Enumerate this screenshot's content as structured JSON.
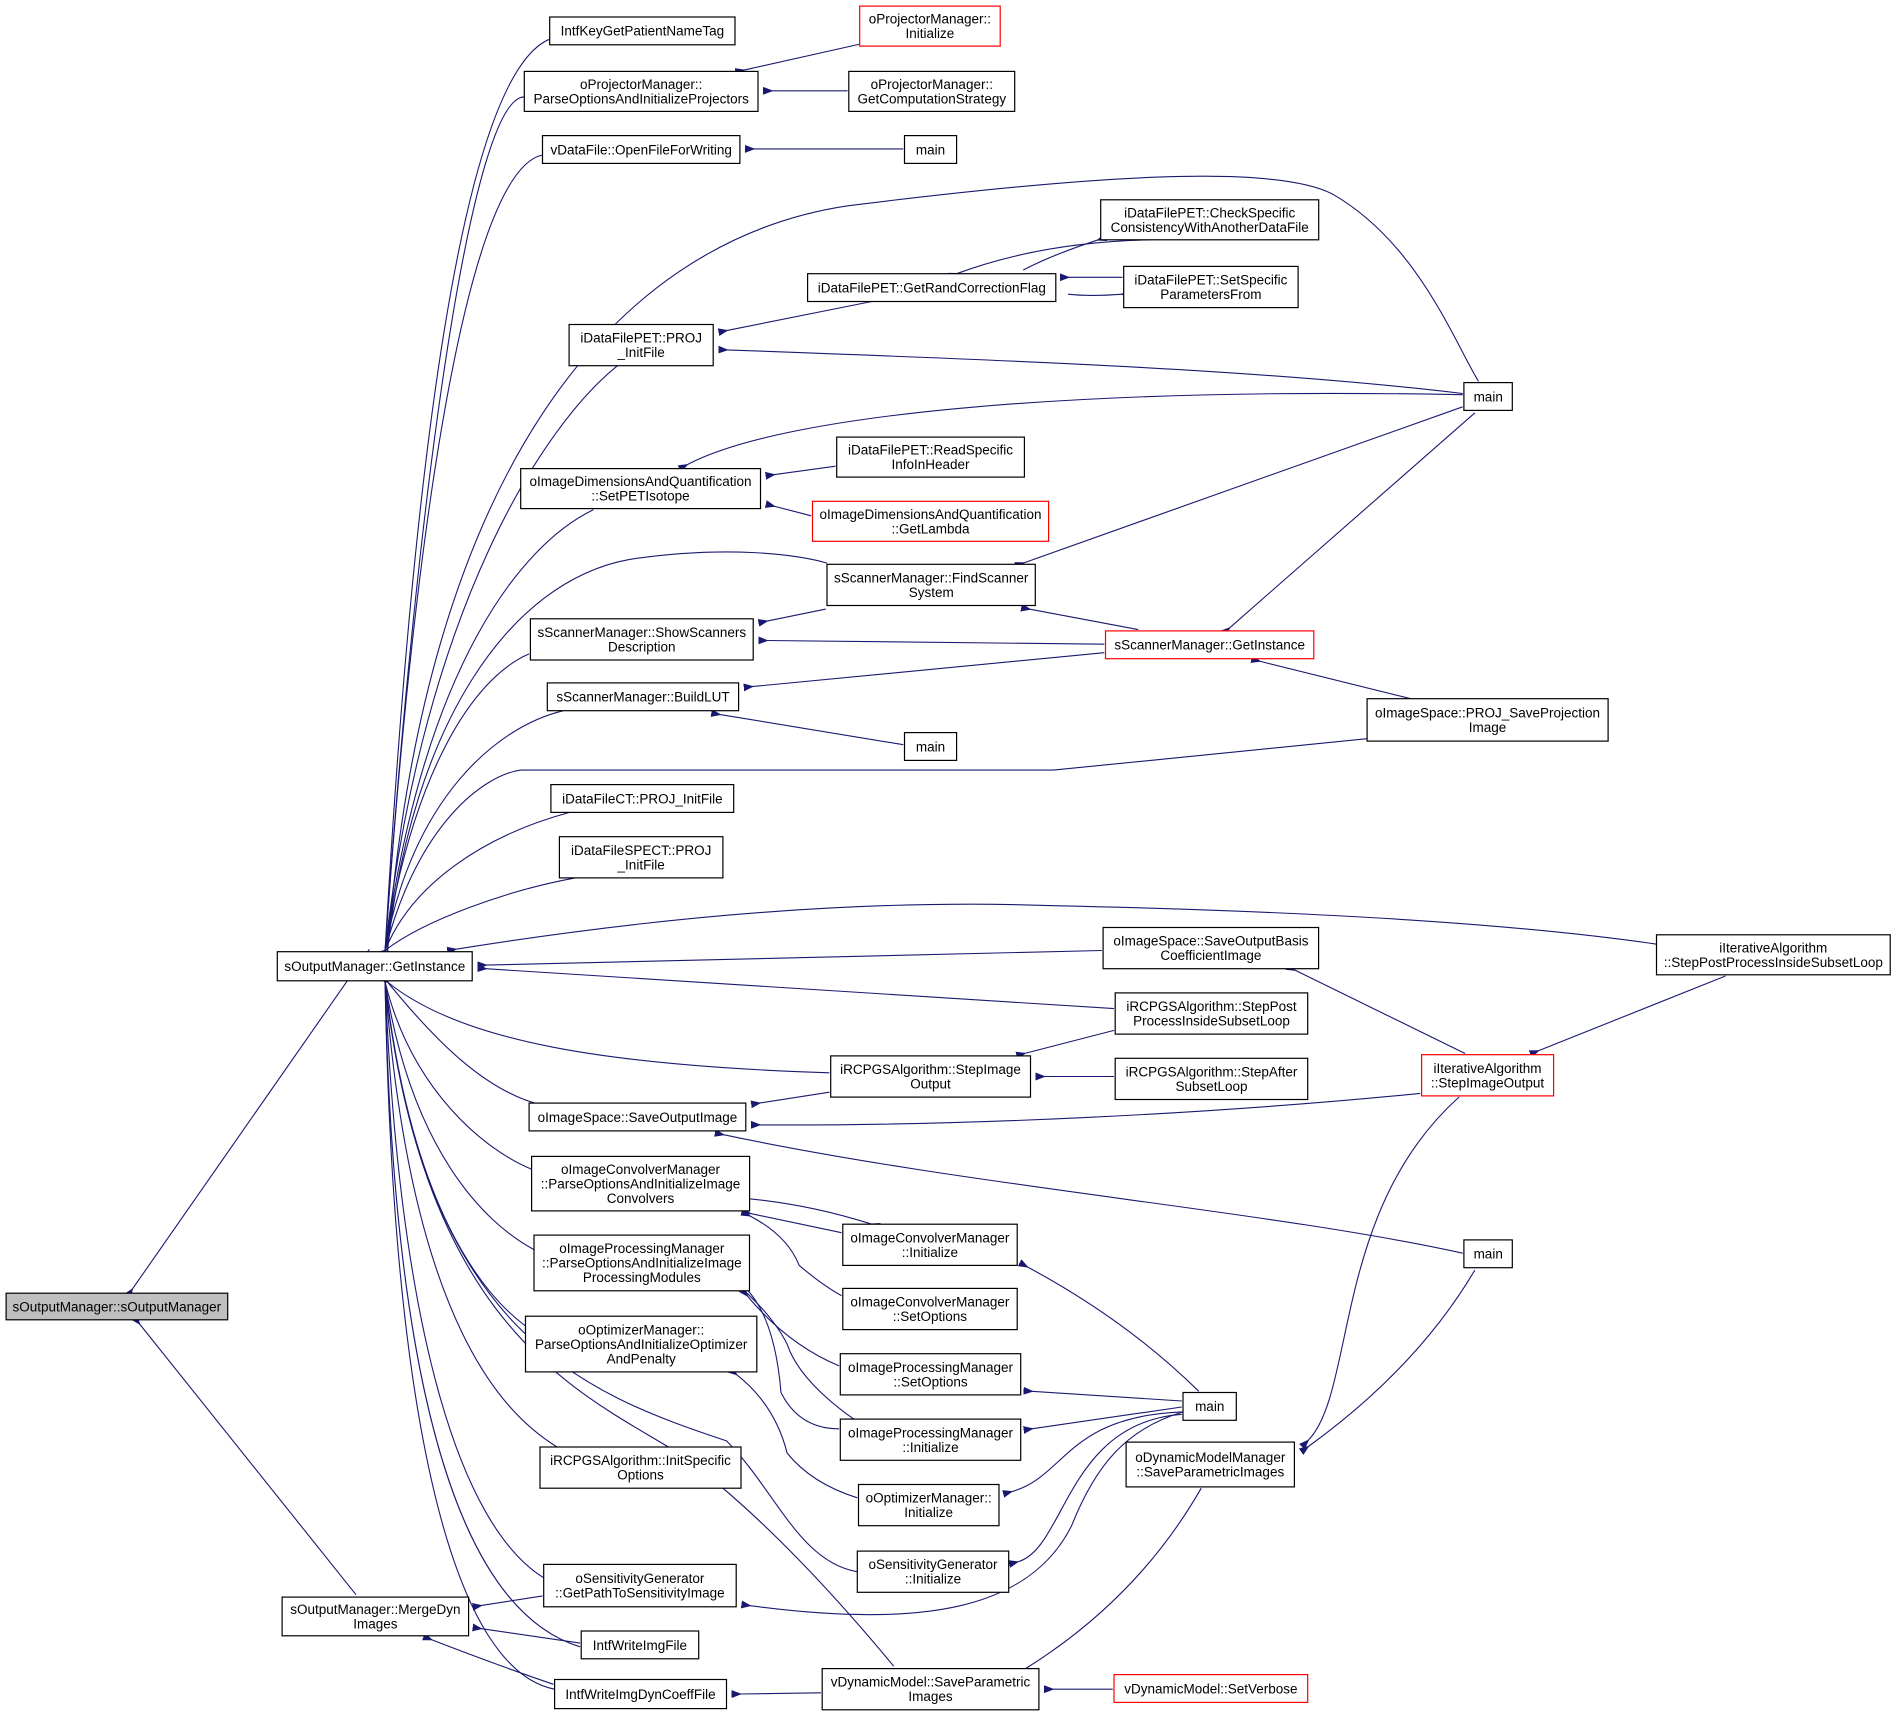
{
  "nodes": [
    {
      "id": "root",
      "lines": [
        "sOutputManager::sOutputManager"
      ],
      "style": "root"
    },
    {
      "id": "gi",
      "lines": [
        "sOutputManager::GetInstance"
      ],
      "style": "normal"
    },
    {
      "id": "mdi",
      "lines": [
        "sOutputManager::MergeDyn",
        "Images"
      ],
      "style": "normal"
    },
    {
      "id": "intfname",
      "lines": [
        "IntfKeyGetPatientNameTag"
      ],
      "style": "normal"
    },
    {
      "id": "projparse",
      "lines": [
        "oProjectorManager::",
        "ParseOptionsAndInitializeProjectors"
      ],
      "style": "normal"
    },
    {
      "id": "projinit",
      "lines": [
        "oProjectorManager::",
        "Initialize"
      ],
      "style": "red"
    },
    {
      "id": "projcomp",
      "lines": [
        "oProjectorManager::",
        "GetComputationStrategy"
      ],
      "style": "normal"
    },
    {
      "id": "vdata",
      "lines": [
        "vDataFile::OpenFileForWriting"
      ],
      "style": "normal"
    },
    {
      "id": "main1",
      "lines": [
        "main"
      ],
      "style": "normal"
    },
    {
      "id": "randcorr",
      "lines": [
        "iDataFilePET::GetRandCorrectionFlag"
      ],
      "style": "normal"
    },
    {
      "id": "checkspec",
      "lines": [
        "iDataFilePET::CheckSpecific",
        "ConsistencyWithAnotherDataFile"
      ],
      "style": "normal"
    },
    {
      "id": "setspec",
      "lines": [
        "iDataFilePET::SetSpecific",
        "ParametersFrom"
      ],
      "style": "normal"
    },
    {
      "id": "petproj",
      "lines": [
        "iDataFilePET::PROJ",
        "_InitFile"
      ],
      "style": "normal"
    },
    {
      "id": "main2",
      "lines": [
        "main"
      ],
      "style": "normal"
    },
    {
      "id": "readspec",
      "lines": [
        "iDataFilePET::ReadSpecific",
        "InfoInHeader"
      ],
      "style": "normal"
    },
    {
      "id": "setpet",
      "lines": [
        "oImageDimensionsAndQuantification",
        "::SetPETIsotope"
      ],
      "style": "normal"
    },
    {
      "id": "getlambda",
      "lines": [
        "oImageDimensionsAndQuantification",
        "::GetLambda"
      ],
      "style": "red"
    },
    {
      "id": "findscan",
      "lines": [
        "sScannerManager::FindScanner",
        "System"
      ],
      "style": "normal"
    },
    {
      "id": "showscan",
      "lines": [
        "sScannerManager::ShowScanners",
        "Description"
      ],
      "style": "normal"
    },
    {
      "id": "scangi",
      "lines": [
        "sScannerManager::GetInstance"
      ],
      "style": "red"
    },
    {
      "id": "buildlut",
      "lines": [
        "sScannerManager::BuildLUT"
      ],
      "style": "normal"
    },
    {
      "id": "main3",
      "lines": [
        "main"
      ],
      "style": "normal"
    },
    {
      "id": "projsave",
      "lines": [
        "oImageSpace::PROJ_SaveProjection",
        "Image"
      ],
      "style": "normal"
    },
    {
      "id": "ctproj",
      "lines": [
        "iDataFileCT::PROJ_InitFile"
      ],
      "style": "normal"
    },
    {
      "id": "spectproj",
      "lines": [
        "iDataFileSPECT::PROJ",
        "_InitFile"
      ],
      "style": "normal"
    },
    {
      "id": "savebasis",
      "lines": [
        "oImageSpace::SaveOutputBasis",
        "CoefficientImage"
      ],
      "style": "normal"
    },
    {
      "id": "itpost",
      "lines": [
        "iIterativeAlgorithm",
        "::StepPostProcessInsideSubsetLoop"
      ],
      "style": "normal"
    },
    {
      "id": "rcpost",
      "lines": [
        "iRCPGSAlgorithm::StepPost",
        "ProcessInsideSubsetLoop"
      ],
      "style": "normal"
    },
    {
      "id": "rcimg",
      "lines": [
        "iRCPGSAlgorithm::StepImage",
        "Output"
      ],
      "style": "normal"
    },
    {
      "id": "rcafter",
      "lines": [
        "iRCPGSAlgorithm::StepAfter",
        "SubsetLoop"
      ],
      "style": "normal"
    },
    {
      "id": "itimg",
      "lines": [
        "iIterativeAlgorithm",
        "::StepImageOutput"
      ],
      "style": "red"
    },
    {
      "id": "saveout",
      "lines": [
        "oImageSpace::SaveOutputImage"
      ],
      "style": "normal"
    },
    {
      "id": "convparse",
      "lines": [
        "oImageConvolverManager",
        "::ParseOptionsAndInitializeImage",
        "Convolvers"
      ],
      "style": "normal"
    },
    {
      "id": "main4",
      "lines": [
        "main"
      ],
      "style": "normal"
    },
    {
      "id": "convinit",
      "lines": [
        "oImageConvolverManager",
        "::Initialize"
      ],
      "style": "normal"
    },
    {
      "id": "procparse",
      "lines": [
        "oImageProcessingManager",
        "::ParseOptionsAndInitializeImage",
        "ProcessingModules"
      ],
      "style": "normal"
    },
    {
      "id": "convset",
      "lines": [
        "oImageConvolverManager",
        "::SetOptions"
      ],
      "style": "normal"
    },
    {
      "id": "optparse",
      "lines": [
        "oOptimizerManager::",
        "ParseOptionsAndInitializeOptimizer",
        "AndPenalty"
      ],
      "style": "normal"
    },
    {
      "id": "procset",
      "lines": [
        "oImageProcessingManager",
        "::SetOptions"
      ],
      "style": "normal"
    },
    {
      "id": "main5",
      "lines": [
        "main"
      ],
      "style": "normal"
    },
    {
      "id": "procinit",
      "lines": [
        "oImageProcessingManager",
        "::Initialize"
      ],
      "style": "normal"
    },
    {
      "id": "dynsave",
      "lines": [
        "oDynamicModelManager",
        "::SaveParametricImages"
      ],
      "style": "normal"
    },
    {
      "id": "rcinit",
      "lines": [
        "iRCPGSAlgorithm::InitSpecific",
        "Options"
      ],
      "style": "normal"
    },
    {
      "id": "optinit",
      "lines": [
        "oOptimizerManager::",
        "Initialize"
      ],
      "style": "normal"
    },
    {
      "id": "sensinit",
      "lines": [
        "oSensitivityGenerator",
        "::Initialize"
      ],
      "style": "normal"
    },
    {
      "id": "senspath",
      "lines": [
        "oSensitivityGenerator",
        "::GetPathToSensitivityImage"
      ],
      "style": "normal"
    },
    {
      "id": "intfwrite",
      "lines": [
        "IntfWriteImgFile"
      ],
      "style": "normal"
    },
    {
      "id": "vdynsave",
      "lines": [
        "vDynamicModel::SaveParametric",
        "Images"
      ],
      "style": "normal"
    },
    {
      "id": "intfdyn",
      "lines": [
        "IntfWriteImgDynCoeffFile"
      ],
      "style": "normal"
    },
    {
      "id": "setverb",
      "lines": [
        "vDynamicModel::SetVerbose"
      ],
      "style": "red"
    }
  ],
  "colors": {
    "edge": "#191970",
    "node_border": "#000000",
    "node_border_highlight": "#ff0000",
    "root_fill": "#bfbfbf"
  }
}
